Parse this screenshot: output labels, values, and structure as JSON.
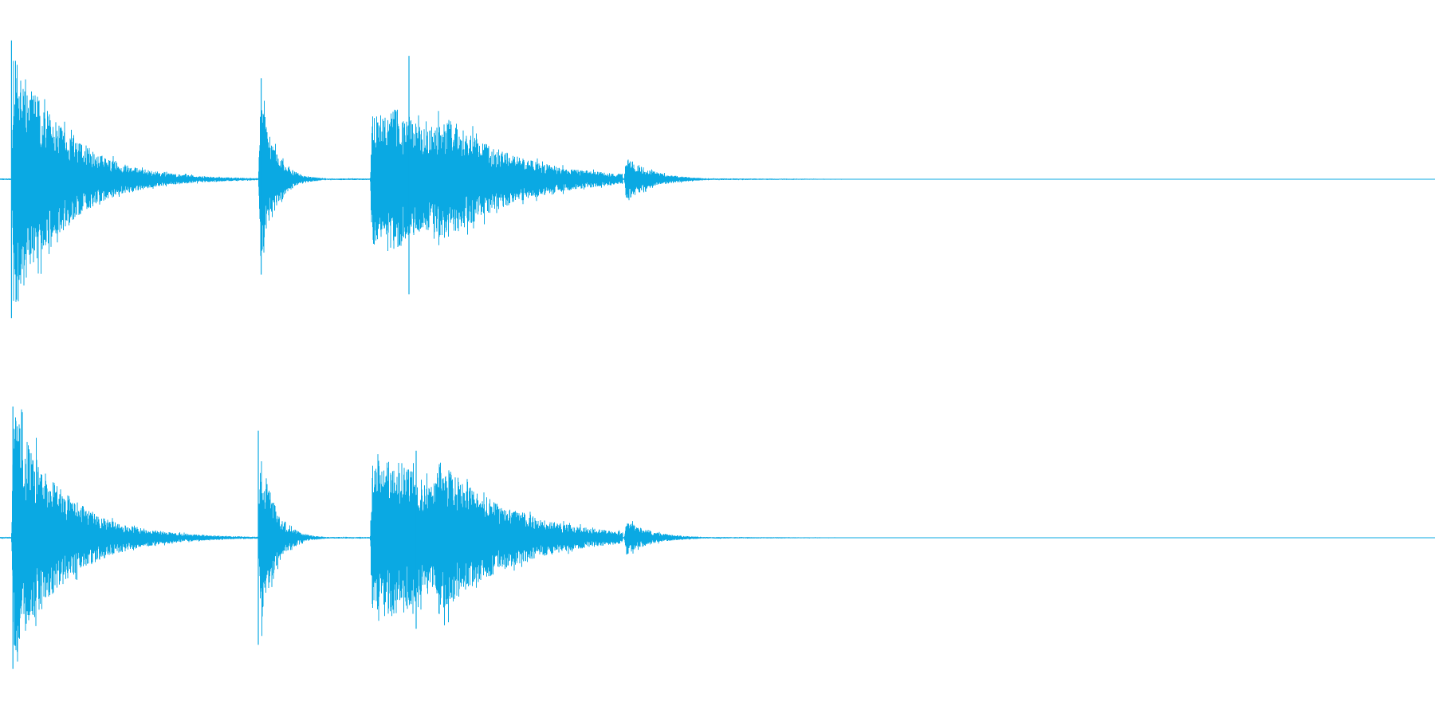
{
  "waveform": {
    "color": "#0aa9e3",
    "background": "#ffffff",
    "channel_count": 2,
    "channels": [
      {
        "id": "left",
        "events": [
          {
            "start": 0.008,
            "peak": 1.0,
            "length": 0.15,
            "decay": 0.035
          },
          {
            "start": 0.18,
            "peak": 0.72,
            "length": 0.06,
            "decay": 0.01
          },
          {
            "start": 0.258,
            "peak": 0.5,
            "length": 0.08,
            "decay": 0.05,
            "burst": [
              0.265,
              0.305
            ]
          },
          {
            "start": 0.435,
            "peak": 0.18,
            "length": 0.06,
            "decay": 0.018
          }
        ],
        "spikes": [
          {
            "t": 0.008,
            "up": 0.99,
            "down": 0.99
          },
          {
            "t": 0.182,
            "up": 0.72,
            "down": 0.68
          },
          {
            "t": 0.285,
            "up": 0.88,
            "down": 0.82
          }
        ]
      },
      {
        "id": "right",
        "events": [
          {
            "start": 0.008,
            "peak": 0.98,
            "length": 0.15,
            "decay": 0.035
          },
          {
            "start": 0.18,
            "peak": 0.78,
            "length": 0.06,
            "decay": 0.01
          },
          {
            "start": 0.258,
            "peak": 0.6,
            "length": 0.08,
            "decay": 0.05,
            "burst": [
              0.265,
              0.305
            ]
          },
          {
            "start": 0.435,
            "peak": 0.14,
            "length": 0.06,
            "decay": 0.018
          }
        ],
        "spikes": [
          {
            "t": 0.009,
            "up": 0.98,
            "down": 0.98
          },
          {
            "t": 0.18,
            "up": 0.8,
            "down": 0.8
          },
          {
            "t": 0.29,
            "up": 0.65,
            "down": 0.68
          }
        ]
      }
    ],
    "silence_from": 0.66
  }
}
